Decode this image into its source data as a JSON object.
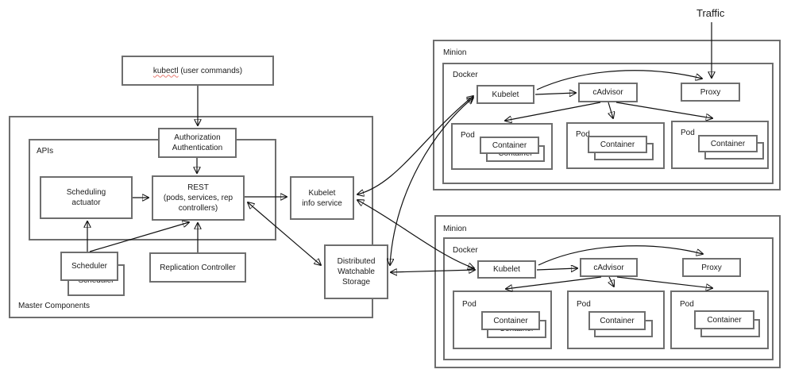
{
  "colors": {
    "box_border": "#6e6e6e",
    "arrow": "#111111",
    "spellcheck_underline": "#e87b72",
    "background": "#ffffff",
    "text": "#1a1a1a"
  },
  "traffic_label": "Traffic",
  "kubectl": {
    "word": "kubectl",
    "rest": " (user commands)"
  },
  "master": {
    "label": "Master Components",
    "apis_label": "APIs",
    "auth_box": "Authorization\nAuthentication",
    "scheduling_actuator": "Scheduling\nactuator",
    "rest_box": "REST\n(pods, services, rep\ncontrollers)",
    "kubelet_info_service": "Kubelet\ninfo service",
    "scheduler": "Scheduler",
    "scheduler_back": "Scheduler",
    "replication_controller": "Replication Controller",
    "storage": "Distributed\nWatchable\nStorage"
  },
  "minions": [
    {
      "label": "Minion",
      "docker_label": "Docker",
      "kubelet": "Kubelet",
      "cadvisor": "cAdvisor",
      "proxy": "Proxy",
      "pods": [
        {
          "label": "Pod",
          "container": "Container",
          "container_back": "Container"
        },
        {
          "label": "Pod",
          "container": "Container",
          "container_back": ""
        },
        {
          "label": "Pod",
          "container": "Container",
          "container_back": ""
        }
      ]
    },
    {
      "label": "Minion",
      "docker_label": "Docker",
      "kubelet": "Kubelet",
      "cadvisor": "cAdvisor",
      "proxy": "Proxy",
      "pods": [
        {
          "label": "Pod",
          "container": "Container",
          "container_back": "Container"
        },
        {
          "label": "Pod",
          "container": "Container",
          "container_back": ""
        },
        {
          "label": "Pod",
          "container": "Container",
          "container_back": ""
        }
      ]
    }
  ]
}
